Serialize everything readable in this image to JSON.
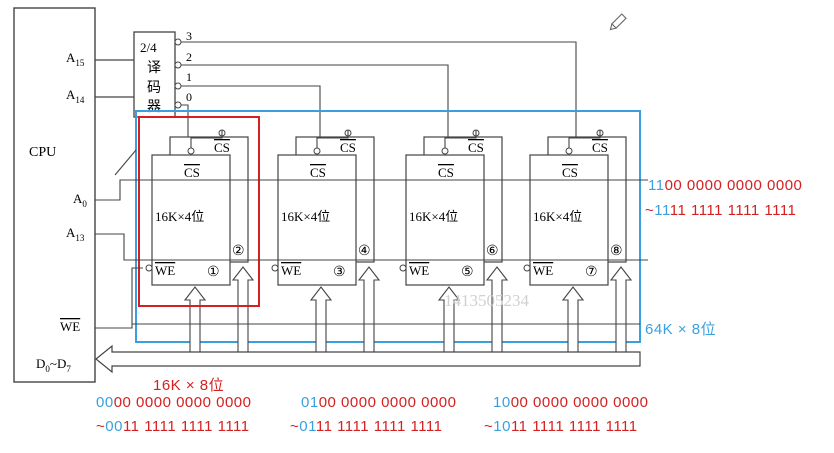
{
  "cpu": {
    "label": "CPU"
  },
  "pins": {
    "a15_base": "A",
    "a15_sub": "15",
    "a14_base": "A",
    "a14_sub": "14",
    "a0_base": "A",
    "a0_sub": "0",
    "a13_base": "A",
    "a13_sub": "13",
    "we": "WE",
    "d_start_base": "D",
    "d_start_sub": "0",
    "d_tilde": "~",
    "d_end_base": "D",
    "d_end_sub": "7"
  },
  "decoder": {
    "line1": "2/4",
    "line2": "译",
    "line3": "码",
    "line4": "器",
    "outputs": [
      "3",
      "2",
      "1",
      "0"
    ]
  },
  "chips": [
    {
      "cs": "CS",
      "label": "16K×4位",
      "we": "WE",
      "num_left": "①",
      "num_right": "②"
    },
    {
      "cs": "CS",
      "label": "16K×4位",
      "we": "WE",
      "num_left": "③",
      "num_right": "④"
    },
    {
      "cs": "CS",
      "label": "16K×4位",
      "we": "WE",
      "num_left": "⑤",
      "num_right": "⑥"
    },
    {
      "cs": "CS",
      "label": "16K×4位",
      "we": "WE",
      "num_left": "⑦",
      "num_right": "⑧"
    }
  ],
  "group_cs": "CS",
  "labels": {
    "group_16k": "16K × 8位",
    "total_64k": "64K × 8位",
    "watermark": "1413505234"
  },
  "ranges": [
    {
      "start_hi": "00",
      "start_rest": "00 0000 0000 0000",
      "end_prefix": "~",
      "end_hi": "00",
      "end_rest": "11 1111 1111 1111"
    },
    {
      "start_hi": "01",
      "start_rest": "00 0000 0000 0000",
      "end_prefix": "~",
      "end_hi": "01",
      "end_rest": "11 1111 1111 1111"
    },
    {
      "start_hi": "10",
      "start_rest": "00 0000 0000 0000",
      "end_prefix": "~",
      "end_hi": "10",
      "end_rest": "11 1111 1111 1111"
    },
    {
      "start_hi": "11",
      "start_rest": "00 0000 0000 0000",
      "end_prefix": "~",
      "end_hi": "11",
      "end_rest": "11 1111 1111 1111"
    }
  ],
  "colors": {
    "blue": "#3aa0dd",
    "red": "#d42020",
    "line": "#333333"
  },
  "icons": {
    "pencil": "pencil-icon"
  }
}
